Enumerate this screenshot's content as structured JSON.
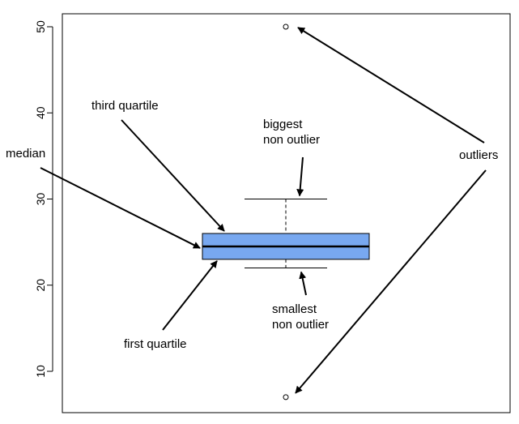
{
  "chart_data": {
    "type": "box",
    "title": "",
    "xlabel": "",
    "ylabel": "",
    "ylim": [
      5,
      52
    ],
    "y_ticks": [
      10,
      20,
      30,
      40,
      50
    ],
    "grid": false,
    "box": {
      "whisker_low": 22,
      "q1": 23,
      "median": 24.5,
      "q3": 26,
      "whisker_high": 30,
      "outliers": [
        50,
        7
      ]
    },
    "colors": {
      "box_fill": "#78a8f0",
      "box_stroke": "#000000",
      "background": "#ffffff"
    },
    "annotations": [
      {
        "id": "third-quartile",
        "lines": [
          "third quartile"
        ],
        "target": "q3"
      },
      {
        "id": "median",
        "lines": [
          "median"
        ],
        "target": "median"
      },
      {
        "id": "biggest-non-outlier",
        "lines": [
          "biggest",
          "non outlier"
        ],
        "target": "whisker_high"
      },
      {
        "id": "smallest-non-outlier",
        "lines": [
          "smallest",
          "non outlier"
        ],
        "target": "whisker_low"
      },
      {
        "id": "first-quartile",
        "lines": [
          "first quartile"
        ],
        "target": "q1"
      },
      {
        "id": "outliers",
        "lines": [
          "outliers"
        ],
        "target": "outliers"
      }
    ]
  }
}
